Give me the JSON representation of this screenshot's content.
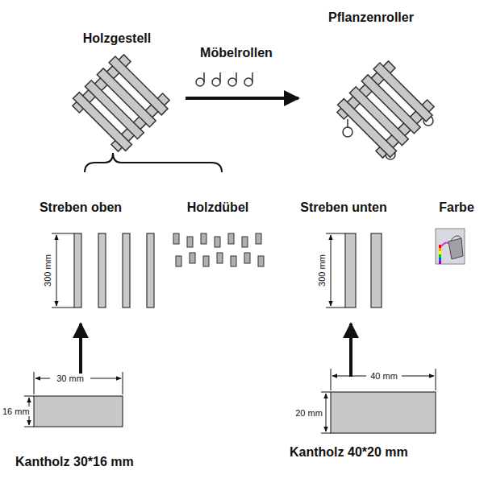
{
  "diagram": {
    "labels": [
      "Holzgestell",
      "Möbelrollen",
      "Pflanzenroller",
      "Streben oben",
      "Holzdübel",
      "Streben unten",
      "Farbe",
      "300 mm",
      "300 mm",
      "30 mm",
      "16 mm",
      "Kantholz 30*16 mm",
      "40 mm",
      "20 mm",
      "Kantholz 40*20 mm"
    ]
  }
}
